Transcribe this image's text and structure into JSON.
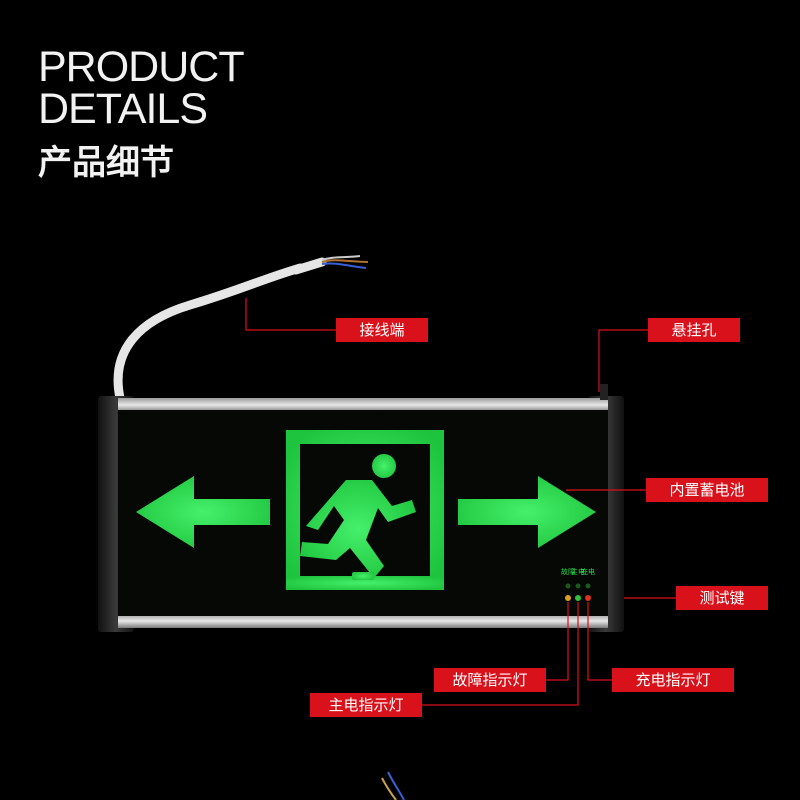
{
  "header": {
    "title_line1": "PRODUCT",
    "title_line2": "DETAILS",
    "subtitle": "产品细节"
  },
  "callouts": {
    "wiring_terminal": "接线端",
    "hanging_hole": "悬挂孔",
    "built_in_battery": "内置蓄电池",
    "test_button": "测试键",
    "fault_indicator": "故障指示灯",
    "charge_indicator": "充电指示灯",
    "main_power_indicator": "主电指示灯"
  },
  "panel": {
    "small_labels": [
      "故障",
      "主电",
      "充电"
    ],
    "sign_color": "#27d84d",
    "icon": "running-man-exit-icon"
  },
  "colors": {
    "callout_bg": "#d9111b",
    "background": "#000000"
  }
}
